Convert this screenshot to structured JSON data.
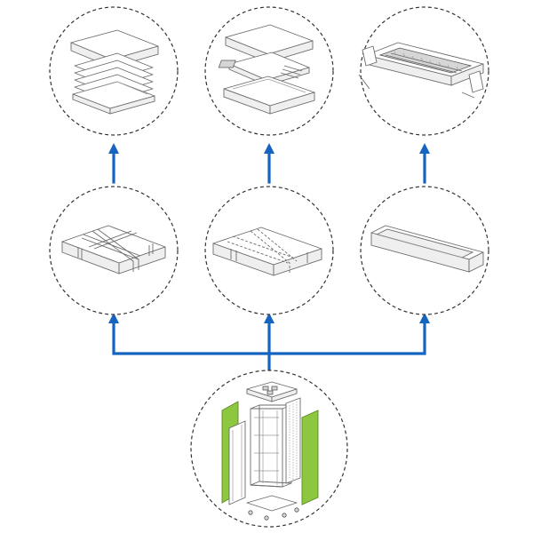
{
  "diagram": {
    "colors": {
      "arrow": "#1565c0",
      "ring_stroke": "#333333",
      "line_art": "#6b6b6b",
      "side_panel": "#8dc63f"
    },
    "nodes": [
      {
        "id": "packing-layers",
        "icon": "stacked-foam-sheets-icon"
      },
      {
        "id": "packing-tray",
        "icon": "component-in-foam-tray-icon"
      },
      {
        "id": "packing-rail",
        "icon": "rail-in-foam-channel-icon"
      },
      {
        "id": "box-strapped",
        "icon": "strapped-flat-box-icon"
      },
      {
        "id": "box-dashed",
        "icon": "flat-box-with-tape-lines-icon"
      },
      {
        "id": "box-open-tray",
        "icon": "open-long-tray-icon"
      },
      {
        "id": "cabinet-exploded",
        "icon": "exploded-server-cabinet-icon"
      }
    ],
    "edges": [
      {
        "from": "cabinet-exploded",
        "to": "box-strapped"
      },
      {
        "from": "cabinet-exploded",
        "to": "box-dashed"
      },
      {
        "from": "cabinet-exploded",
        "to": "box-open-tray"
      },
      {
        "from": "box-strapped",
        "to": "packing-layers"
      },
      {
        "from": "box-dashed",
        "to": "packing-tray"
      },
      {
        "from": "box-open-tray",
        "to": "packing-rail"
      }
    ]
  }
}
